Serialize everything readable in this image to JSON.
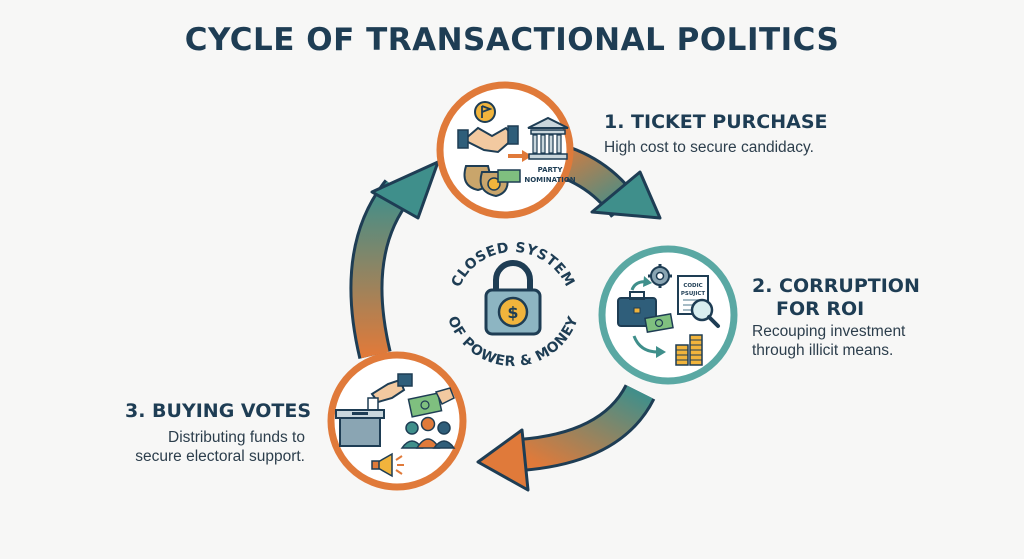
{
  "title": "CYCLE OF TRANSACTIONAL POLITICS",
  "center": {
    "arc_top": "CLOSED SYSTEM",
    "arc_bottom": "OF POWER & MONEY",
    "icon": "padlock-dollar-icon"
  },
  "steps": [
    {
      "title": "1. TICKET PURCHASE",
      "description": "High cost to secure candidacy.",
      "icon_labels": [
        "PARTY",
        "NOMINATION"
      ],
      "ring_color": "#e07a3a"
    },
    {
      "title_lines": [
        "2. CORRUPTION",
        "FOR ROI"
      ],
      "description_lines": [
        "Recouping investment",
        "through illicit means."
      ],
      "icon_labels": [
        "CODIC",
        "PSUJICT"
      ],
      "ring_color": "#5aa8a3"
    },
    {
      "title": "3. BUYING VOTES",
      "description_lines": [
        "Distributing funds to",
        "secure electoral support."
      ],
      "ring_color": "#e07a3a"
    }
  ],
  "colors": {
    "title": "#1e3d54",
    "orange": "#e07a3a",
    "teal": "#3f8f8b",
    "navy": "#1e3d54"
  }
}
